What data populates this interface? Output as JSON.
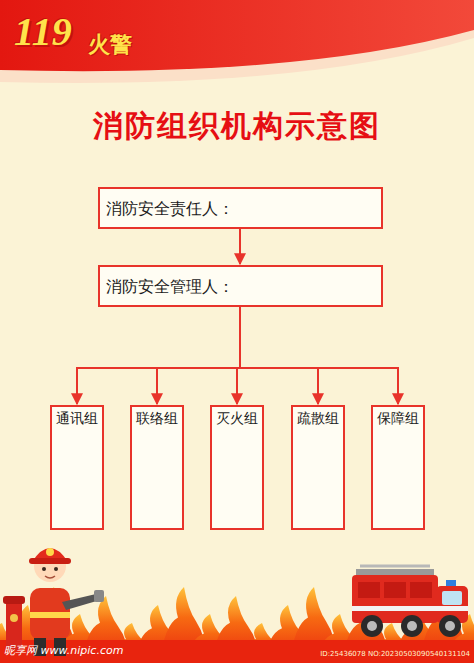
{
  "diagram": {
    "title": "消防组织机构示意图",
    "nodes": [
      {
        "text": [
          "消防安全责任人："
        ]
      },
      {
        "text": [
          "消防安全管理人："
        ]
      },
      {
        "text": [
          "通讯组"
        ]
      },
      {
        "text": [
          "联络组"
        ]
      },
      {
        "text": [
          "灭火组"
        ]
      },
      {
        "text": [
          "疏散组"
        ]
      },
      {
        "text": [
          "保障组"
        ]
      }
    ],
    "edges": [
      {
        "from": 0,
        "to": 1,
        "arrow": "to"
      },
      {
        "from": 1,
        "to": 2,
        "arrow": "to"
      },
      {
        "from": 1,
        "to": 3,
        "arrow": "to"
      },
      {
        "from": 1,
        "to": 4,
        "arrow": "to"
      },
      {
        "from": 1,
        "to": 5,
        "arrow": "to"
      },
      {
        "from": 1,
        "to": 6,
        "arrow": "to"
      }
    ],
    "labels": [
      "119",
      "火警",
      "昵享网 www.nipic.com",
      "ID:25436078 NO:20230503090540131104"
    ]
  }
}
